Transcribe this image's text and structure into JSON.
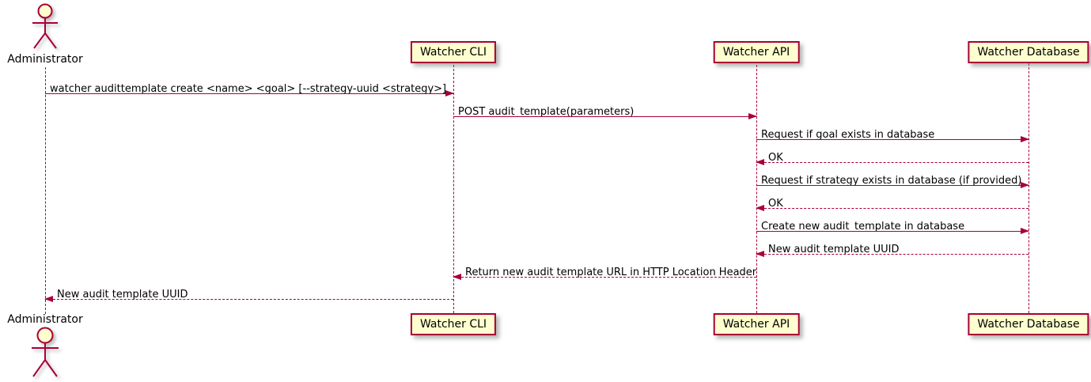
{
  "diagram_type": "sequence",
  "colors": {
    "participant_fill": "#fefece",
    "stroke": "#a80036",
    "text": "#000000",
    "background": "#ffffff"
  },
  "actor": {
    "label": "Administrator"
  },
  "participants": {
    "cli": {
      "label": "Watcher CLI"
    },
    "api": {
      "label": "Watcher API"
    },
    "db": {
      "label": "Watcher Database"
    }
  },
  "messages": [
    {
      "from": "Administrator",
      "to": "Watcher CLI",
      "type": "solid",
      "label": "watcher audittemplate create <name> <goal> [--strategy-uuid <strategy>]"
    },
    {
      "from": "Watcher CLI",
      "to": "Watcher API",
      "type": "solid",
      "label": "POST audit_template(parameters)"
    },
    {
      "from": "Watcher API",
      "to": "Watcher Database",
      "type": "solid",
      "label": "Request if goal exists in database"
    },
    {
      "from": "Watcher Database",
      "to": "Watcher API",
      "type": "dashed",
      "label": "OK"
    },
    {
      "from": "Watcher API",
      "to": "Watcher Database",
      "type": "solid",
      "label": "Request if strategy exists in database (if provided)"
    },
    {
      "from": "Watcher Database",
      "to": "Watcher API",
      "type": "dashed",
      "label": "OK"
    },
    {
      "from": "Watcher API",
      "to": "Watcher Database",
      "type": "solid",
      "label": "Create new audit_template in database"
    },
    {
      "from": "Watcher Database",
      "to": "Watcher API",
      "type": "dashed",
      "label": "New audit template UUID"
    },
    {
      "from": "Watcher API",
      "to": "Watcher CLI",
      "type": "dashed",
      "label": "Return new audit template URL in HTTP Location Header"
    },
    {
      "from": "Watcher CLI",
      "to": "Administrator",
      "type": "dashed",
      "label": "New audit template UUID"
    }
  ]
}
